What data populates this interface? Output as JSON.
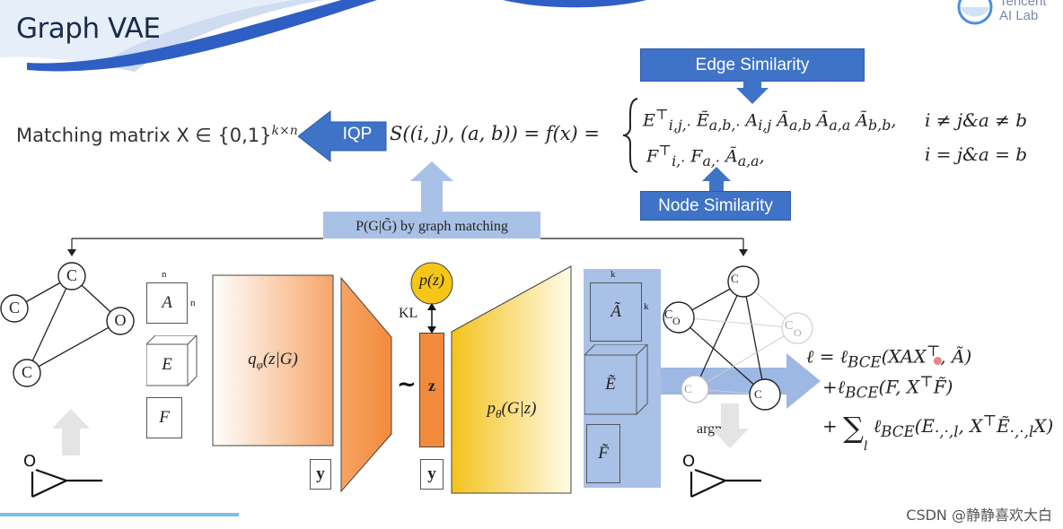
{
  "header": {
    "title": "Graph VAE",
    "logo_line1": "Tencent",
    "logo_line2": "AI Lab"
  },
  "top": {
    "matching_label": "Matching matrix X ∈ {0,1}",
    "matching_sup": "k×n",
    "iqp_label": "IQP",
    "similarity_lhs": "S((i, j), (a, b)) = f(x) =",
    "case1": "E<sup>⊤</sup><sub>i,j,·</sub> Ẽ<sub>a,b,·</sub> A<sub>i,j</sub> Ã<sub>a,b</sub> Ã<sub>a,a</sub> Ã<sub>b,b</sub>,",
    "case1_cond": "i ≠ j&amp;a ≠ b",
    "case2": "F<sup>⊤</sup><sub>i,·</sub> F<sub>a,·</sub> Ã<sub>a,a</sub>,",
    "case2_cond": "i = j&amp;a = b",
    "edge_similarity": "Edge Similarity",
    "node_similarity": "Node Similarity",
    "graph_matching": "P(G|G̃) by graph matching"
  },
  "diagram": {
    "input_graph_nodes": [
      "C",
      "C",
      "O",
      "C"
    ],
    "output_graph_nodes": [
      "C",
      "C",
      "O",
      "C",
      "C",
      "C",
      "O"
    ],
    "dim_n_top": "n",
    "dim_n_side": "n",
    "box_A": "A",
    "box_E": "E",
    "box_F": "F",
    "encoder_label": "q_φ(z|G)",
    "y_label_1": "y",
    "tilde": "~",
    "z_label": "z",
    "y_label_2": "y",
    "prior_label": "p(z)",
    "kl_label": "KL",
    "decoder_label": "p_θ(G|z)",
    "dim_k_top": "k",
    "dim_k_side": "k",
    "box_A_tilde": "Ã",
    "box_E_tilde": "Ẽ",
    "box_F_tilde": "F̃",
    "argmax_label": "argmax"
  },
  "loss": {
    "line1": "ℓ = ℓ<sub>BCE</sub>(XAX<sup>⊤</sup>, Ã)",
    "line2": "+ℓ<sub>BCE</sub>(F, X<sup>⊤</sup>F̃)",
    "line3_plus": "+",
    "line3_sum": "∑",
    "line3_sub": "l",
    "line3": "ℓ<sub>BCE</sub>(E<sub>·,·,l</sub>, X<sup>⊤</sup>Ẽ<sub>·,·,l</sub>X)"
  },
  "watermark": "CSDN @静静喜欢大白",
  "colors": {
    "accent_blue": "#3f73c7",
    "light_blue": "#a9c1e6",
    "orange": "#f28a3c",
    "yellow": "#f5c518",
    "title_text": "#1b2a4a"
  }
}
